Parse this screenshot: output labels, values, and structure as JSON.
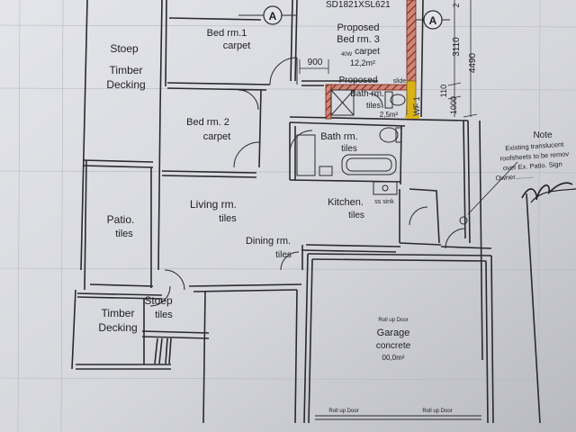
{
  "header": {
    "drawing_number": "SD1821XSL621",
    "section_mark": "A"
  },
  "rooms": {
    "stoep_top_1": "Stoep",
    "stoep_top_2": "Timber",
    "stoep_top_3": "Decking",
    "bed1_name": "Bed rm.1",
    "bed1_floor": "carpet",
    "bed3_line1": "Proposed",
    "bed3_line2": "Bed rm. 3",
    "bed3_floor": "carpet",
    "bed3_small": "40W",
    "bed3_area": "12,2m²",
    "proposed_bath_1": "Proposed",
    "proposed_bath_2": "Bath rm.",
    "proposed_bath_floor": "tiles",
    "proposed_bath_area": "2,5m²",
    "slide": "slide",
    "bed2_name": "Bed rm. 2",
    "bed2_floor": "carpet",
    "bath_name": "Bath rm.",
    "bath_floor": "tiles",
    "living_name": "Living rm.",
    "living_floor": "tiles",
    "kitchen_name": "Kitchen.",
    "kitchen_floor": "tiles",
    "sink": "ss sink",
    "dining_name": "Dining rm.",
    "dining_floor": "tiles",
    "patio_name": "Patio.",
    "patio_floor": "tiles",
    "stoep_bottom_1": "Stoep",
    "stoep_bottom_floor": "tiles",
    "timber_bottom_1": "Timber",
    "timber_bottom_2": "Decking",
    "garage_rollup_top": "Roll up Door",
    "garage_name": "Garage",
    "garage_floor": "concrete",
    "garage_area": "00,0m²",
    "garage_rollup_left": "Roll up Door",
    "garage_rollup_right": "Roll up Door"
  },
  "dimensions": {
    "d900": "900",
    "d3110": "3110",
    "d4490": "4490",
    "d110": "110",
    "d1000": "1000",
    "d2": "2",
    "wf": "WF 1"
  },
  "note": {
    "title": "Note",
    "line1": "Existing translucent",
    "line2": "roofsheets to be remov",
    "line3": "over Ex. Patio. Sign",
    "line4": "Owner.........."
  }
}
